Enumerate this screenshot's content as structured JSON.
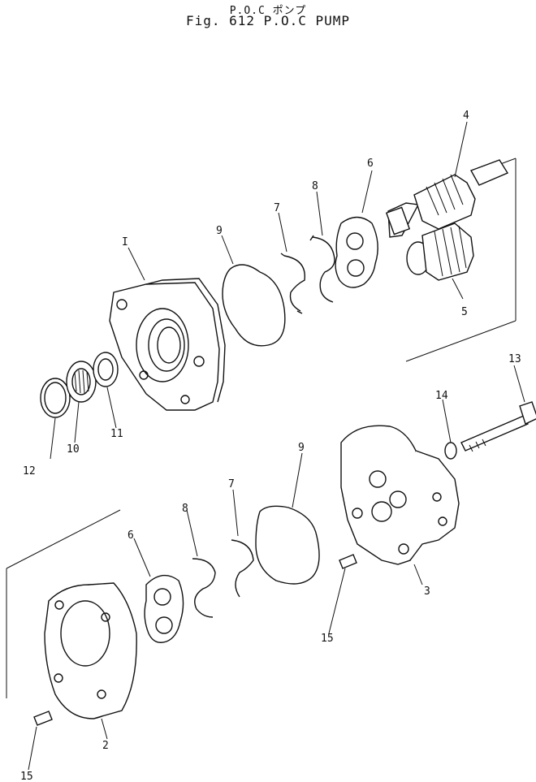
{
  "header": {
    "subtitle": "P.O.C ポンプ",
    "title": "Fig. 612 P.O.C PUMP"
  },
  "callouts": {
    "c1": "I",
    "c2": "2",
    "c3": "3",
    "c4": "4",
    "c5": "5",
    "c6a": "6",
    "c6b": "6",
    "c7a": "7",
    "c7b": "7",
    "c8a": "8",
    "c8b": "8",
    "c9a": "9",
    "c9b": "9",
    "c10": "10",
    "c11": "11",
    "c12": "12",
    "c13": "13",
    "c14": "14",
    "c15a": "15",
    "c15b": "15"
  }
}
